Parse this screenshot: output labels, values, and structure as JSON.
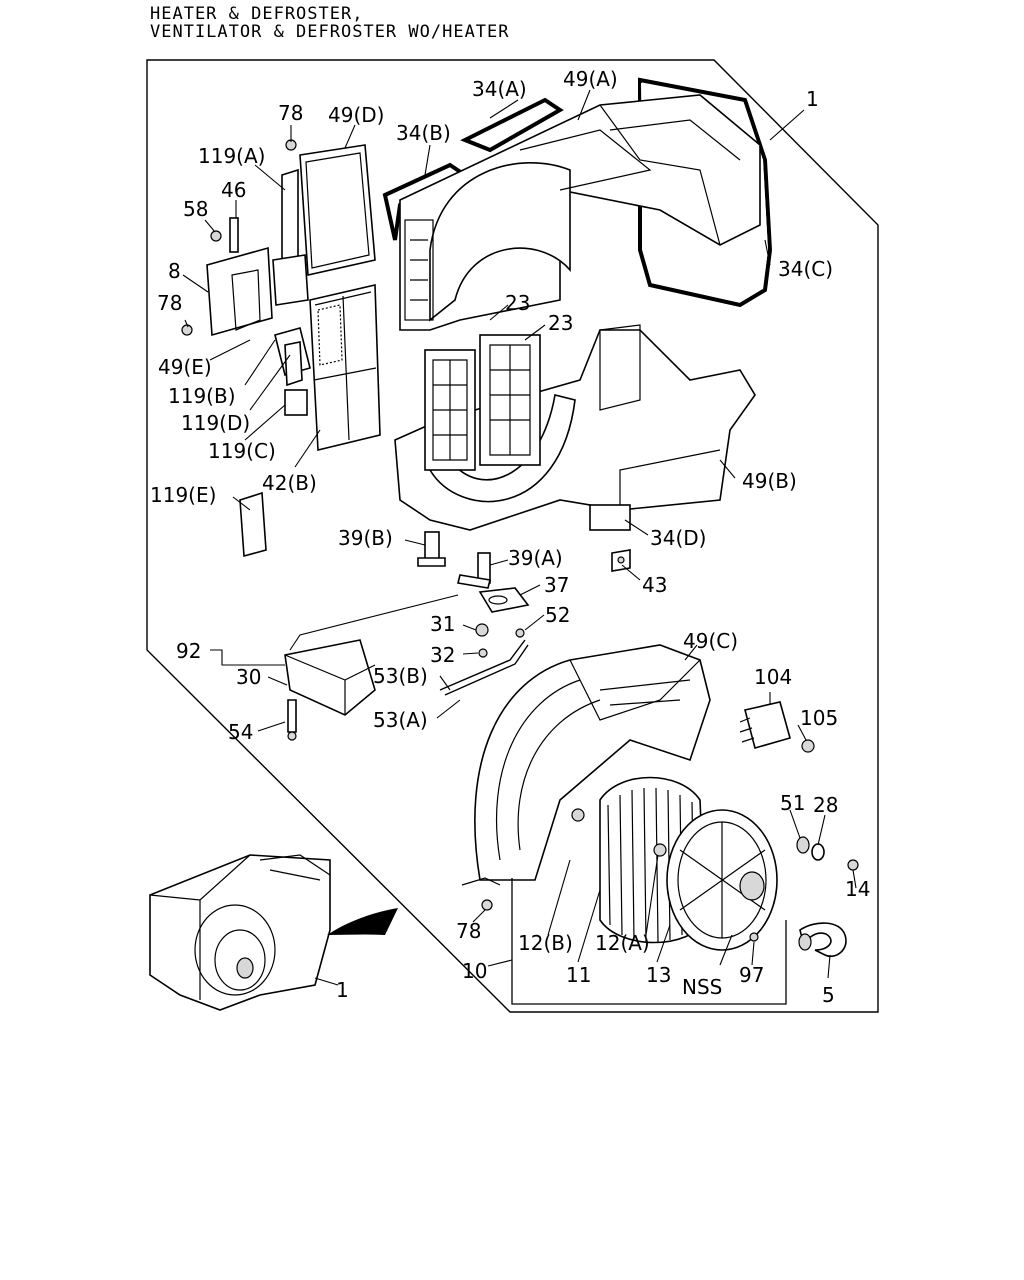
{
  "header": {
    "line1": "HEATER & DEFROSTER,",
    "line2": "VENTILATOR & DEFROSTER WO/HEATER"
  },
  "callouts": [
    {
      "id": "c1-top",
      "text": "1"
    },
    {
      "id": "c34a",
      "text": "34(A)"
    },
    {
      "id": "c49a",
      "text": "49(A)"
    },
    {
      "id": "c78-top",
      "text": "78"
    },
    {
      "id": "c49d",
      "text": "49(D)"
    },
    {
      "id": "c34b",
      "text": "34(B)"
    },
    {
      "id": "c119a",
      "text": "119(A)"
    },
    {
      "id": "c46",
      "text": "46"
    },
    {
      "id": "c58",
      "text": "58"
    },
    {
      "id": "c8",
      "text": "8"
    },
    {
      "id": "c78-mid",
      "text": "78"
    },
    {
      "id": "c34c",
      "text": "34(C)"
    },
    {
      "id": "c23a",
      "text": "23"
    },
    {
      "id": "c23b",
      "text": "23"
    },
    {
      "id": "c49e",
      "text": "49(E)"
    },
    {
      "id": "c119b",
      "text": "119(B)"
    },
    {
      "id": "c119d",
      "text": "119(D)"
    },
    {
      "id": "c119c",
      "text": "119(C)"
    },
    {
      "id": "c42b",
      "text": "42(B)"
    },
    {
      "id": "c49b",
      "text": "49(B)"
    },
    {
      "id": "c119e",
      "text": "119(E)"
    },
    {
      "id": "c34d",
      "text": "34(D)"
    },
    {
      "id": "c39b",
      "text": "39(B)"
    },
    {
      "id": "c39a",
      "text": "39(A)"
    },
    {
      "id": "c43",
      "text": "43"
    },
    {
      "id": "c37",
      "text": "37"
    },
    {
      "id": "c52",
      "text": "52"
    },
    {
      "id": "c31",
      "text": "31"
    },
    {
      "id": "c32",
      "text": "32"
    },
    {
      "id": "c92",
      "text": "92"
    },
    {
      "id": "c30",
      "text": "30"
    },
    {
      "id": "c53b",
      "text": "53(B)"
    },
    {
      "id": "c49c",
      "text": "49(C)"
    },
    {
      "id": "c104",
      "text": "104"
    },
    {
      "id": "c105",
      "text": "105"
    },
    {
      "id": "c53a",
      "text": "53(A)"
    },
    {
      "id": "c54",
      "text": "54"
    },
    {
      "id": "c51",
      "text": "51"
    },
    {
      "id": "c28",
      "text": "28"
    },
    {
      "id": "c14",
      "text": "14"
    },
    {
      "id": "c78-bot",
      "text": "78"
    },
    {
      "id": "c12b",
      "text": "12(B)"
    },
    {
      "id": "c12a",
      "text": "12(A)"
    },
    {
      "id": "c10",
      "text": "10"
    },
    {
      "id": "c11",
      "text": "11"
    },
    {
      "id": "c13",
      "text": "13"
    },
    {
      "id": "cnss",
      "text": "NSS"
    },
    {
      "id": "c97",
      "text": "97"
    },
    {
      "id": "c5",
      "text": "5"
    },
    {
      "id": "c1-bot",
      "text": "1"
    }
  ]
}
